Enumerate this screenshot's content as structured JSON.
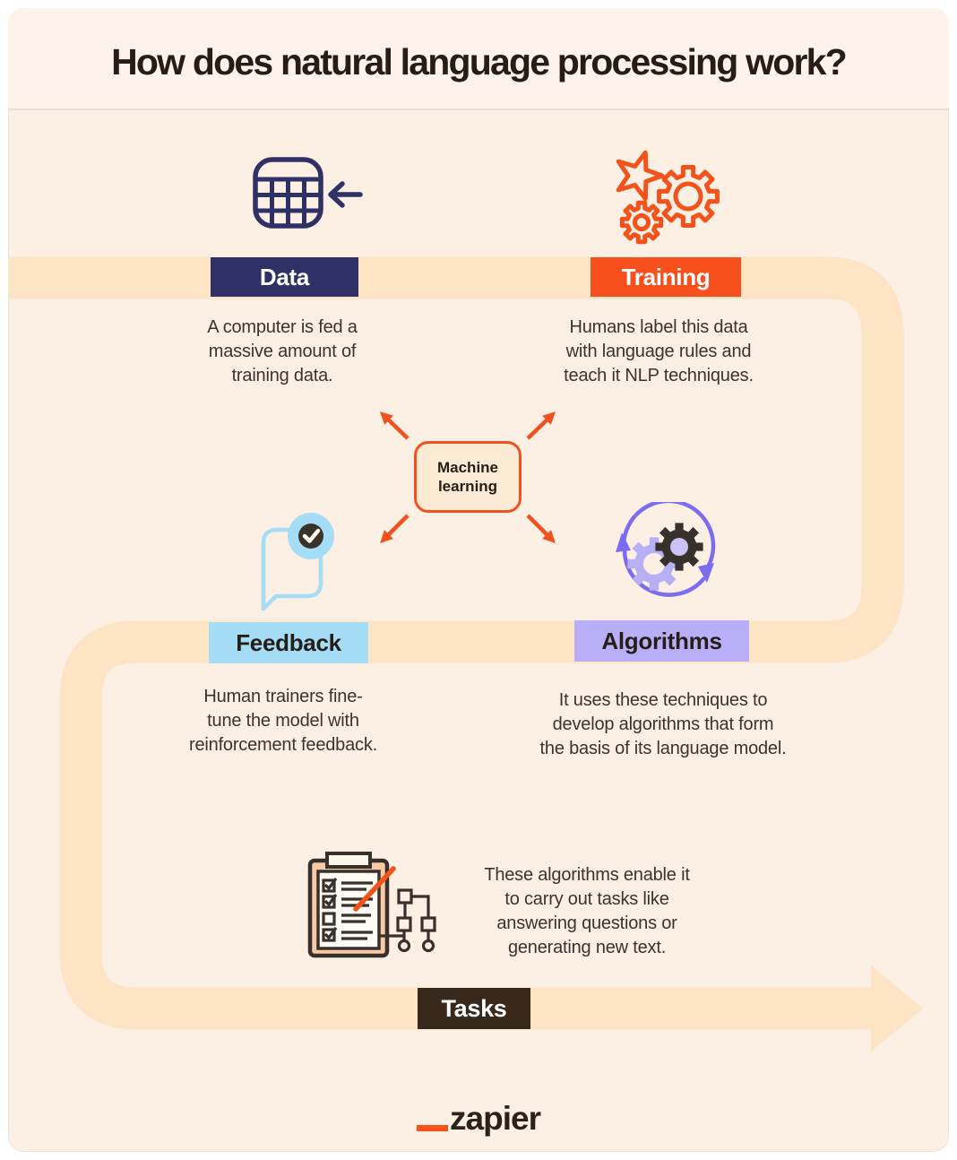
{
  "header": {
    "title": "How does natural language processing work?"
  },
  "sections": {
    "data": {
      "label": "Data",
      "text": "A computer is fed a\nmassive amount of\ntraining data."
    },
    "training": {
      "label": "Training",
      "text": "Humans label this data\nwith language rules and\nteach it NLP techniques."
    },
    "feedback": {
      "label": "Feedback",
      "text": "Human trainers fine-\ntune the model with\nreinforcement feedback."
    },
    "algorithms": {
      "label": "Algorithms",
      "text": "It uses these techniques to\ndevelop algorithms that form\nthe basis of its language model."
    },
    "tasks": {
      "label": "Tasks",
      "text": "These algorithms enable it\nto carry out tasks like\nanswering questions or\ngenerating new text."
    }
  },
  "center": {
    "label": "Machine\nlearning"
  },
  "footer": {
    "brand_prefix": "_",
    "brand": "zapier"
  },
  "icons": {
    "data": "table-import-icon",
    "training": "star-and-gears-icon",
    "feedback": "chat-bubble-check-icon",
    "algorithms": "gears-cycle-icon",
    "tasks": "checklist-flowchart-icon"
  },
  "colors": {
    "background": "#fcf0e4",
    "header_background": "#fdf3eb",
    "ribbon": "#fce4c5",
    "navy": "#2e3066",
    "orange": "#f8501c",
    "light_blue": "#a5dcf6",
    "light_purple": "#b8aff8",
    "dark_brown": "#38291c",
    "purple_arrow": "#7b6cf0",
    "body_text": "#3a342e"
  }
}
